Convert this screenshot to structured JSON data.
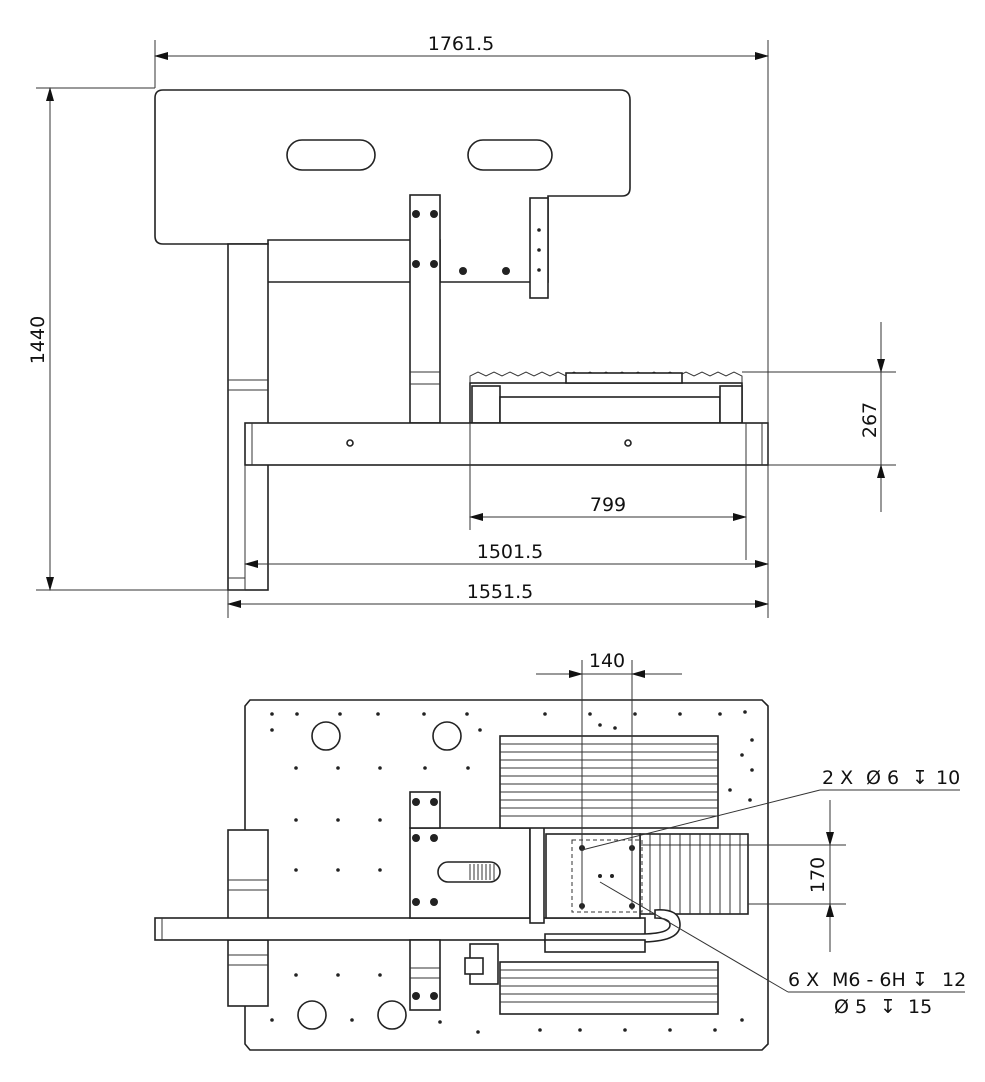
{
  "top_view": {
    "dimensions": {
      "overall_width": "1761.5",
      "overall_height": "1440",
      "rail_height": "267",
      "stroke_799": "799",
      "base_1501": "1501.5",
      "base_1551": "1551.5"
    }
  },
  "bottom_view": {
    "dimensions": {
      "spacing_140": "140",
      "spacing_170": "170"
    },
    "callout_upper": {
      "qty": "2 X",
      "spec": "Ø 6",
      "depth_symbol": "↧",
      "depth": "10"
    },
    "callout_lower": {
      "qty": "6 X",
      "spec": "M6 - 6H",
      "depth_symbol": "↧",
      "depth": "12",
      "drill": "Ø 5",
      "drill_depth": "15"
    }
  },
  "colors": {
    "line": "#222222",
    "background": "#ffffff"
  }
}
